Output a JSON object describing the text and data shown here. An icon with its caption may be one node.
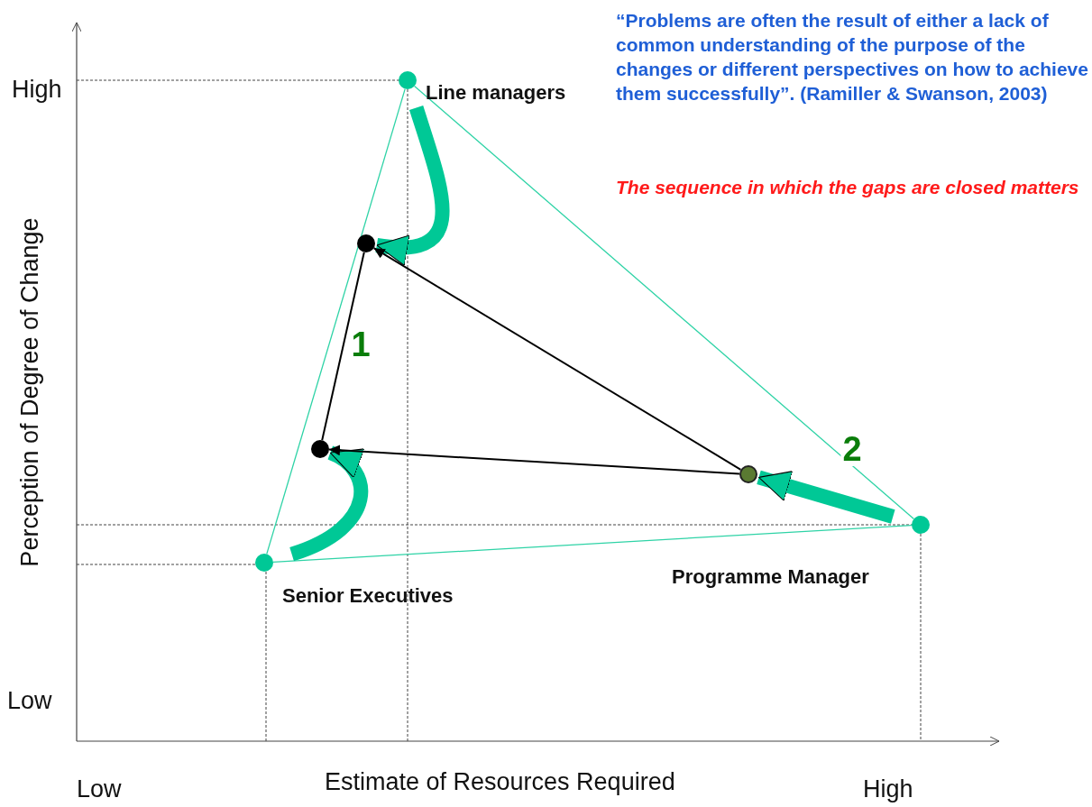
{
  "diagram": {
    "nodes": [
      {
        "text": [],
        "shape": "circle",
        "beside": [
          "Line managers"
        ]
      },
      {
        "text": [],
        "shape": "circle",
        "beside": [
          "Senior Executives"
        ]
      },
      {
        "text": [],
        "shape": "circle",
        "beside": [
          "Programme Manager"
        ]
      },
      {
        "text": [],
        "shape": "circle"
      },
      {
        "text": [],
        "shape": "circle"
      },
      {
        "text": [],
        "shape": "circle"
      }
    ],
    "edges": [
      {
        "from": 0,
        "to": 1,
        "arrow": "none",
        "color": "#2ed3a6"
      },
      {
        "from": 0,
        "to": 2,
        "arrow": "none",
        "color": "#2ed3a6"
      },
      {
        "from": 1,
        "to": 2,
        "arrow": "none",
        "color": "#2ed3a6"
      },
      {
        "from": 0,
        "to": 3,
        "arrow": "to",
        "style": "thick",
        "color": "#00c896"
      },
      {
        "from": 1,
        "to": 4,
        "arrow": "to",
        "style": "thick",
        "color": "#00c896"
      },
      {
        "from": 2,
        "to": 5,
        "arrow": "to",
        "style": "thick",
        "color": "#00c896",
        "label": "2"
      },
      {
        "from": 4,
        "to": 3,
        "arrow": "none",
        "label": "1",
        "color": "#000000"
      },
      {
        "from": 5,
        "to": 3,
        "arrow": "to",
        "color": "#000000"
      },
      {
        "from": 5,
        "to": 4,
        "arrow": "to",
        "color": "#000000"
      }
    ],
    "labels": [
      "“Problems are often the result of either a lack of common understanding of the purpose of the changes or different perspectives on how to achieve them successfully”. (Ramiller & Swanson, 2003)",
      "The sequence in which the gaps are closed matters",
      "High",
      "Perception of Degree of Change",
      "Low",
      "Low",
      "Estimate of Resources Required",
      "High"
    ]
  }
}
